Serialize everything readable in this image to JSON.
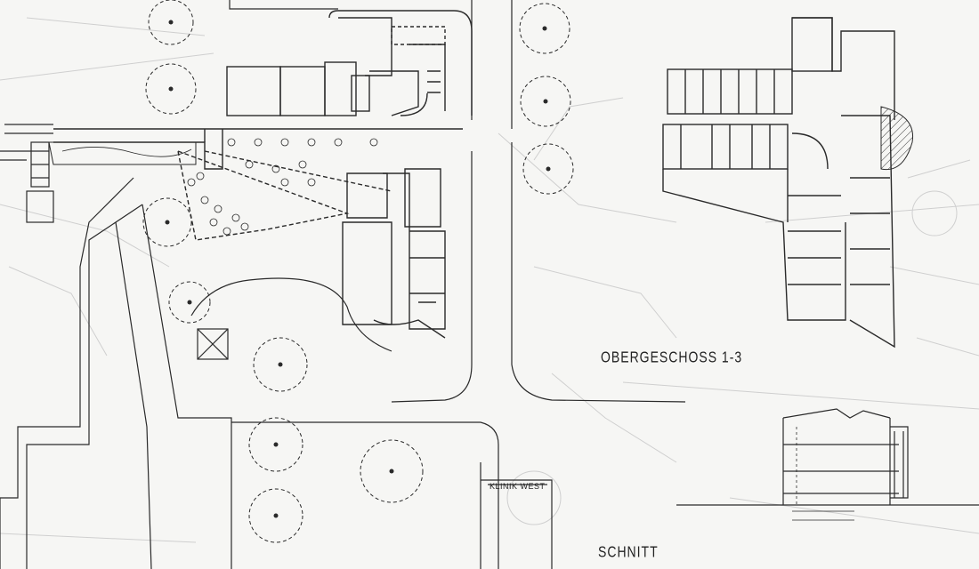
{
  "labels": {
    "upper_floors_title": "OBERGESCHOSS 1-3",
    "section_title": "SCHNITT",
    "clinic_label": "KLINIK WEST"
  },
  "colors": {
    "line": "#2a2a2a",
    "faint_line": "#c9c9c9",
    "paper": "#f6f6f4"
  }
}
